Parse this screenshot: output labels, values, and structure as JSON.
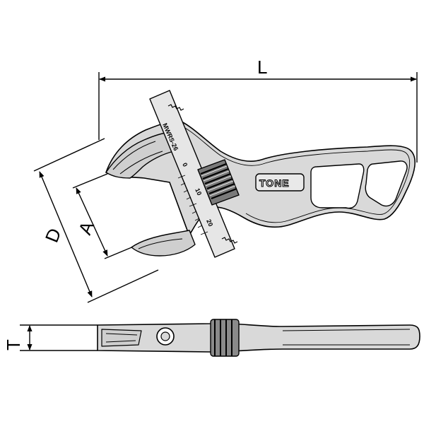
{
  "dimensions": {
    "length_label": "L",
    "opening_label": "A",
    "head_width_label": "D",
    "thickness_label": "T"
  },
  "wrench": {
    "brand": "TONE",
    "model": "MWRS-26",
    "scale_ticks": [
      "0",
      "10",
      "20"
    ]
  }
}
